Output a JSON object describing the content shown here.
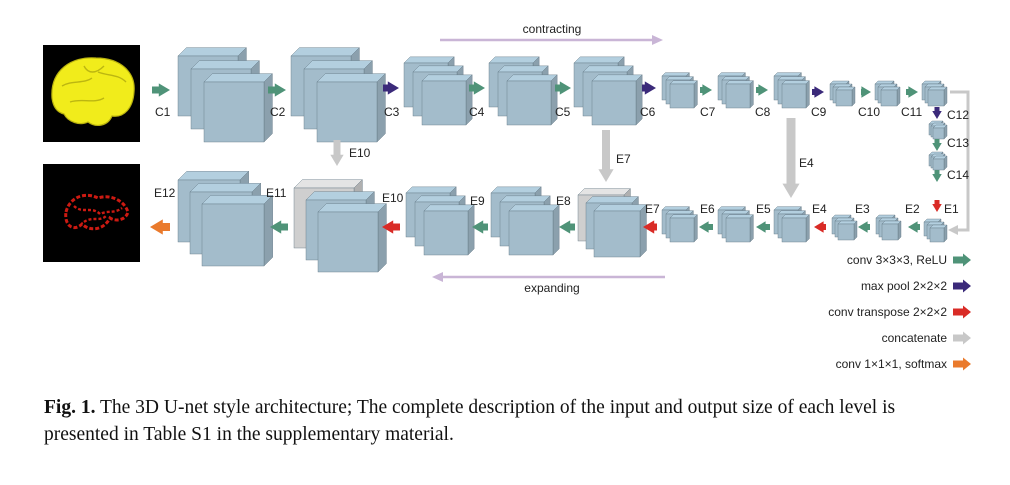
{
  "labels": {
    "contracting": "contracting",
    "expanding": "expanding",
    "c": [
      "C1",
      "C2",
      "C3",
      "C4",
      "C5",
      "C6",
      "C7",
      "C8",
      "C9",
      "C10",
      "C11",
      "C12",
      "C13",
      "C14"
    ],
    "e": [
      "E1",
      "E2",
      "E3",
      "E4",
      "E5",
      "E6",
      "E7",
      "E8",
      "E9",
      "E10",
      "E11",
      "E12"
    ],
    "skip_e10": "E10",
    "skip_e7": "E7",
    "skip_e4": "E4"
  },
  "legend": [
    {
      "label": "conv 3×3×3, ReLU",
      "color": "#4f9378"
    },
    {
      "label": "max pool 2×2×2",
      "color": "#3b2a7a"
    },
    {
      "label": "conv transpose 2×2×2",
      "color": "#d92b26"
    },
    {
      "label": "concatenate",
      "color": "#c8c8c8"
    },
    {
      "label": "conv 1×1×1, softmax",
      "color": "#ea7a2c"
    }
  ],
  "colors": {
    "block": "#a3bccb",
    "block_edge": "#5f7480",
    "concat_block": "#cfcfcf",
    "contract_arrow": "#c9b5d6",
    "input_brain": "#f1ec1b",
    "output_seg": "#cc1a12"
  },
  "caption": {
    "bold": "Fig. 1.",
    "text": " The 3D U-net style architecture; The complete description of the input and output size of each level is presented in Table S1 in the supplementary material."
  }
}
